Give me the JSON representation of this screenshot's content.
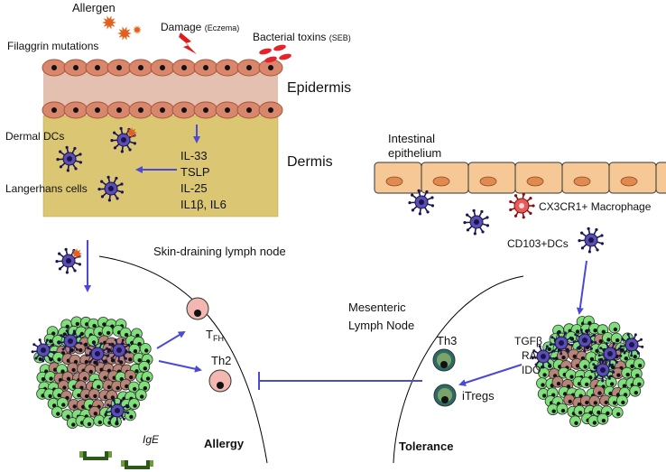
{
  "labels": {
    "allergen": "Allergen",
    "damage": "Damage",
    "damage_note": "(Eczema)",
    "filaggrin": "Filaggrin mutations",
    "bacterial": "Bacterial toxins",
    "bacterial_note": "(SEB)",
    "epidermis": "Epidermis",
    "dermis": "Dermis",
    "dermal_dcs": "Dermal DCs",
    "langerhans": "Langerhans cells",
    "skin_node": "Skin-draining lymph node",
    "intestinal_1": "Intestinal",
    "intestinal_2": "epithelium",
    "macrophage": "CX3CR1+ Macrophage",
    "cd103": "CD103+DCs",
    "mesenteric_1": "Mesenteric",
    "mesenteric_2": "Lymph Node",
    "tfh_main": "T",
    "tfh_sub": "FH",
    "th2": "Th2",
    "th3": "Th3",
    "itregs": "iTregs",
    "ige": "IgE",
    "allergy": "Allergy",
    "tolerance": "Tolerance"
  },
  "cytokines": [
    "IL-33",
    "TSLP",
    "IL-25",
    "IL1β, IL6"
  ],
  "tolerance_factors": [
    "TGFβ",
    "RA",
    "IDO"
  ],
  "colors": {
    "skin_cell": "#d9876c",
    "skin_cell_stroke": "#a8533a",
    "epidermis_band": "#e4c0b0",
    "dermis": "#dbc673",
    "intestinal_cell": "#f5c896",
    "intestinal_nucleus": "#e08a4f",
    "arrow": "#4b49d6",
    "dc_body": "#5a4eb0",
    "green_cell": "#7fe07b",
    "pink_cell": "#b98478",
    "allergen_burst": "#e2611f",
    "damage_bolt": "#e01b1b",
    "toxin": "#e3242b",
    "antibody": "#2d5a1a"
  }
}
